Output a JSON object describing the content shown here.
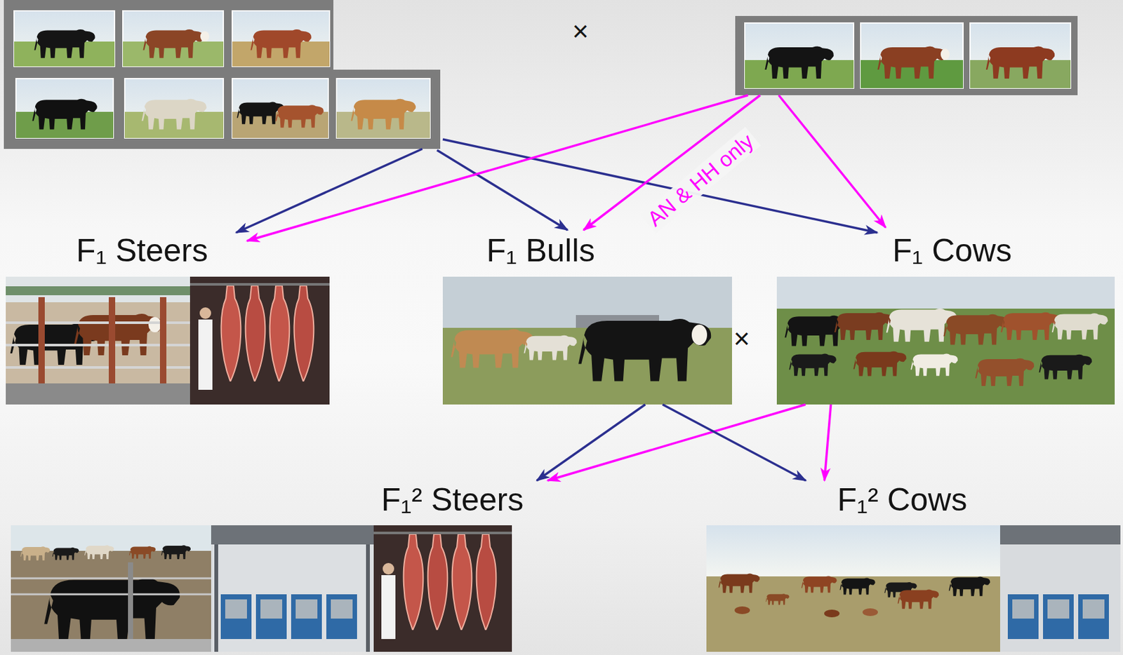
{
  "diagram": {
    "nodes": [
      {
        "text": [
          "F₁ Steers"
        ]
      },
      {
        "text": [
          "F₁ Bulls"
        ]
      },
      {
        "text": [
          "F₁ Cows"
        ]
      },
      {
        "text": [
          "F₁² Steers"
        ]
      },
      {
        "text": [
          "F₁² Cows"
        ]
      }
    ],
    "edges": [
      {
        "from": 1,
        "to": 3,
        "arrow": "to"
      },
      {
        "from": 2,
        "to": 3,
        "arrow": "to"
      },
      {
        "from": 1,
        "to": 4,
        "arrow": "to"
      },
      {
        "from": 2,
        "to": 4,
        "arrow": "to"
      }
    ],
    "labels": [
      "×",
      "AN & HH only",
      "×"
    ]
  }
}
